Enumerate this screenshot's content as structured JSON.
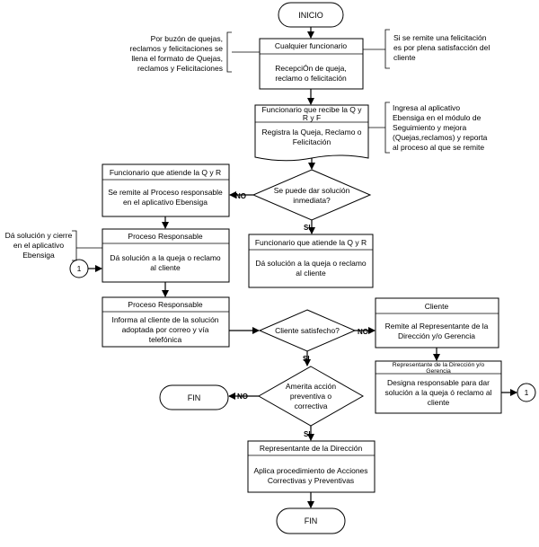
{
  "inicio": "INICIO",
  "fin_left": "FIN",
  "fin_bottom": "FIN",
  "connector": "1",
  "box1": {
    "header": "Cualquier funcionario",
    "body": [
      "RecepciÓn de queja,",
      "reclamo o felicitación"
    ]
  },
  "box2": {
    "header": [
      "Funcionario que recibe la Q y",
      "R y F"
    ],
    "body": [
      "Registra la Queja, Reclamo o",
      "Felicitación"
    ]
  },
  "box3": {
    "header": "Funcionario que atiende la Q y R",
    "body": [
      "Se remite al Proceso responsable",
      "en el aplicativo Ebensiga"
    ]
  },
  "box4": {
    "header": "Proceso Responsable",
    "body": [
      "Dá solución a la queja o reclamo",
      "al cliente"
    ]
  },
  "box5": {
    "header": "Funcionario que atiende la Q y R",
    "body": [
      "Dá solución a la queja o reclamo",
      "al cliente"
    ]
  },
  "box6": {
    "header": "Proceso Responsable",
    "body": [
      "Informa al cliente de la solución",
      "adoptada por correo y vía",
      "telefónica"
    ]
  },
  "box7": {
    "header": "Cliente",
    "body": [
      "Remite al Representante de la",
      "Dirección y/o Gerencia"
    ]
  },
  "box8": {
    "header": [
      "Representante de la Dirección y/o",
      "Gerencia"
    ],
    "body": [
      "Designa responsable para dar",
      "solución a la queja ó reclamo al",
      "cliente"
    ]
  },
  "box9": {
    "header": "Representante de la Dirección",
    "body": [
      "Aplica procedimiento de Acciones",
      "Correctivas y Preventivas"
    ]
  },
  "dec1": [
    "Se puede dar solución",
    "inmediata?"
  ],
  "dec2": [
    "Cliente satisfecho?"
  ],
  "dec3": [
    "Amerita acción",
    "preventiva o",
    "correctiva"
  ],
  "labels": {
    "no": "NO",
    "si": "SI"
  },
  "note1": [
    "Por buzón de quejas,",
    "reclamos y felicitaciones se",
    "llena el formato de Quejas,",
    "reclamos y Felicitaciones"
  ],
  "note2": [
    "Si se remite una felicitación",
    "es por plena satisfacción del",
    "cliente"
  ],
  "note3": [
    "Ingresa al aplicativo",
    "Ebensiga en el módulo de",
    "Seguimiento y mejora",
    "(Quejas,reclamos) y reporta",
    "al proceso al que se remite"
  ],
  "note4": [
    "Dá solución y cierre",
    "en el aplicativo",
    "Ebensiga"
  ]
}
